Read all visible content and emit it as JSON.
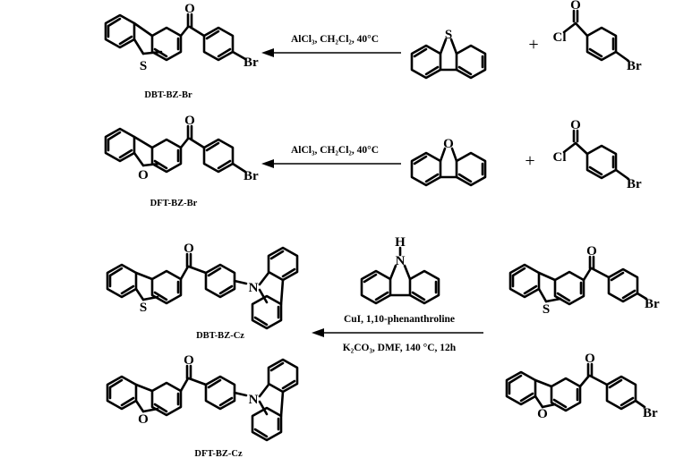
{
  "reactions": [
    {
      "product_name": "DBT-BZ-Br",
      "conditions": "AlCl₃, CH₂Cl₂, 40°C",
      "reagent_heteroatom": "S",
      "acyl_chloride": {
        "carbonyl_o": "O",
        "chloride": "Cl",
        "bromine": "Br"
      },
      "product_atoms": {
        "heteroatom": "S",
        "carbonyl_o": "O",
        "bromine": "Br"
      },
      "plus": "+"
    },
    {
      "product_name": "DFT-BZ-Br",
      "conditions": "AlCl₃, CH₂Cl₂, 40°C",
      "reagent_heteroatom": "O",
      "acyl_chloride": {
        "carbonyl_o": "O",
        "chloride": "Cl",
        "bromine": "Br"
      },
      "product_atoms": {
        "heteroatom": "O",
        "carbonyl_o": "O",
        "bromine": "Br"
      },
      "plus": "+"
    }
  ],
  "coupling": {
    "carbazole": {
      "n": "N",
      "h": "H"
    },
    "conditions_line1": "CuI, 1,10-phenanthroline",
    "conditions_line2": "K₂CO₃, DMF, 140 °C, 12h",
    "products": [
      {
        "name": "DBT-BZ-Cz",
        "heteroatom": "S",
        "carbonyl_o": "O",
        "n": "N"
      },
      {
        "name": "DFT-BZ-Cz",
        "heteroatom": "O",
        "carbonyl_o": "O",
        "n": "N"
      }
    ],
    "starting": [
      {
        "heteroatom": "S",
        "carbonyl_o": "O",
        "bromine": "Br"
      },
      {
        "heteroatom": "O",
        "carbonyl_o": "O",
        "bromine": "Br"
      }
    ]
  }
}
